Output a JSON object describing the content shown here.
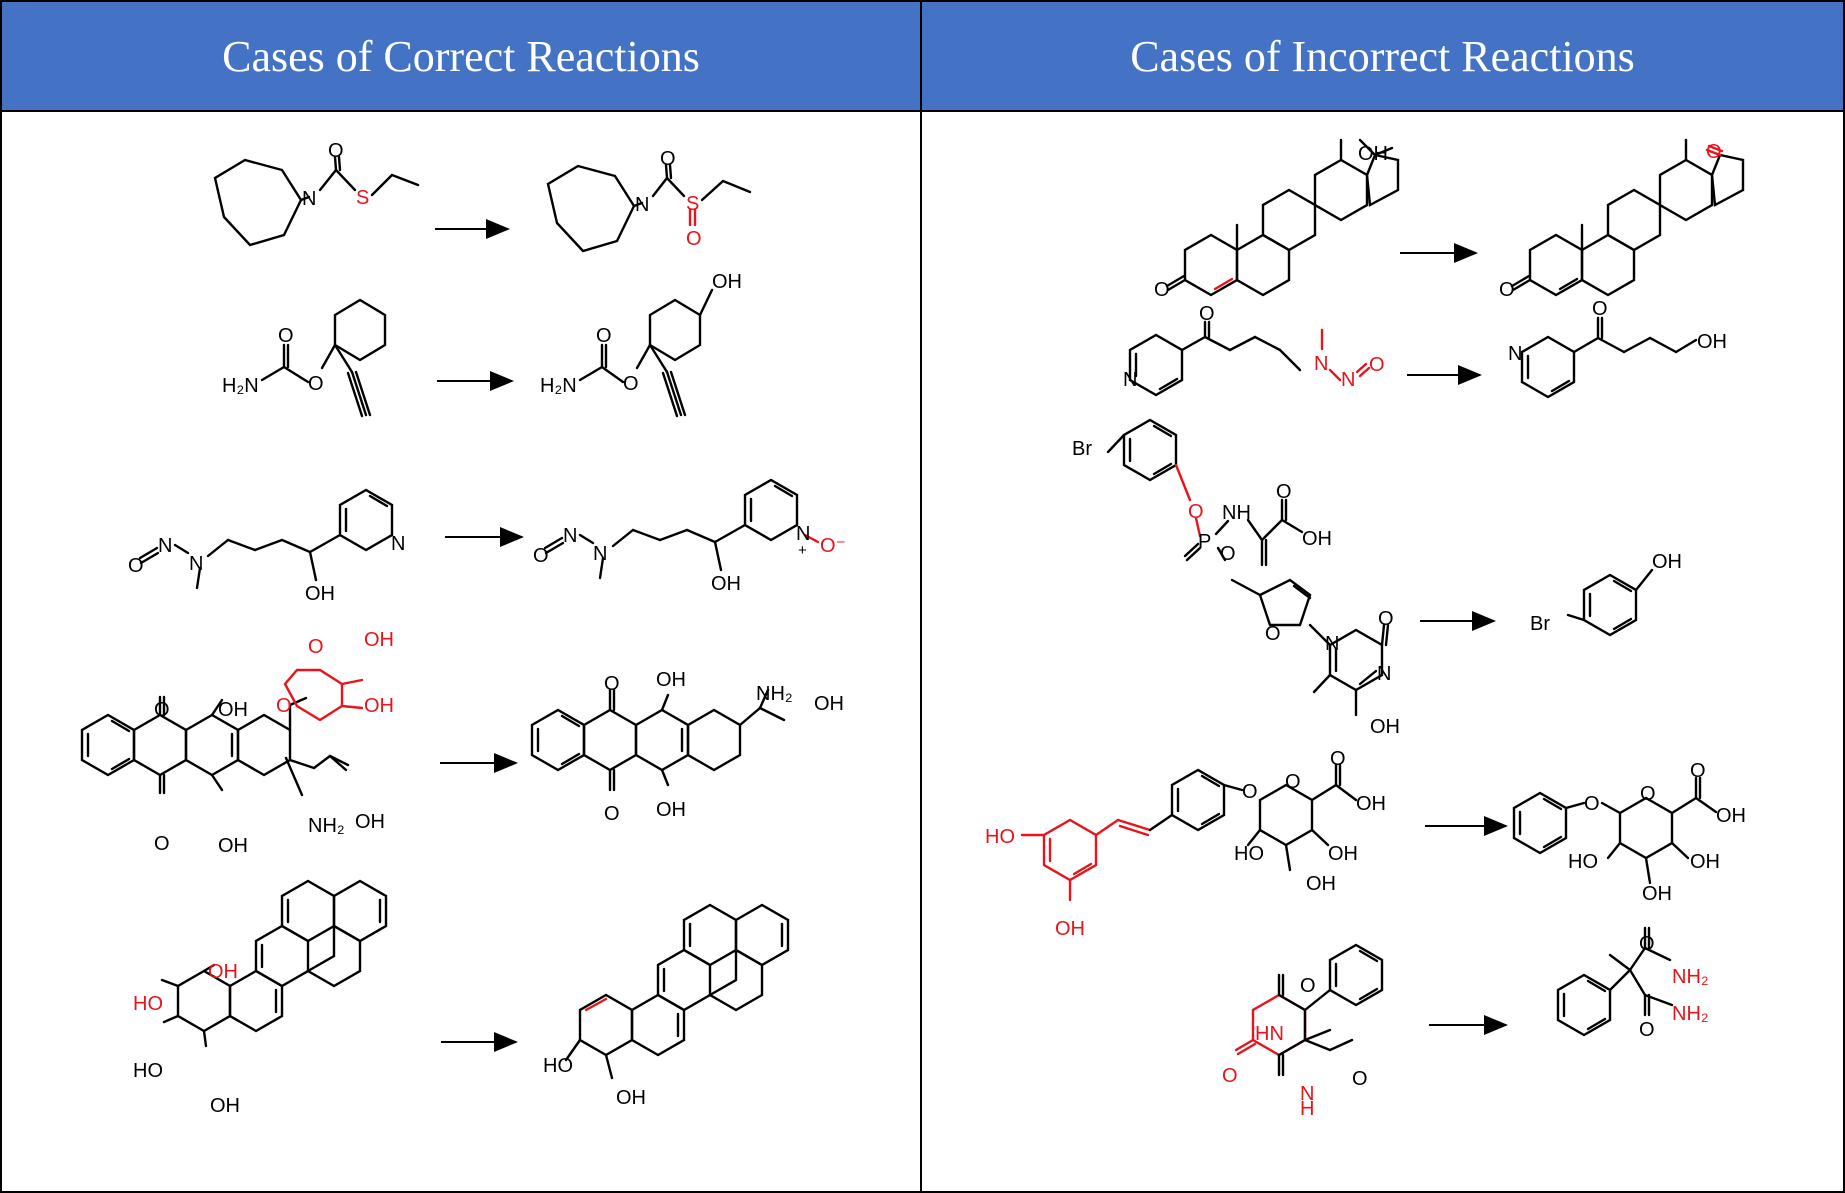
{
  "panels": {
    "left_title": "Cases of Correct Reactions",
    "right_title": "Cases of Incorrect Reactions"
  },
  "colors": {
    "header_bg": "#4472C4",
    "header_text": "#ffffff",
    "highlight": "#e8141b",
    "bond": "#000000"
  },
  "atoms": {
    "N": "N",
    "O": "O",
    "S": "S",
    "P": "P",
    "Br": "Br",
    "OH": "OH",
    "HO": "HO",
    "NH": "NH",
    "HN": "HN",
    "H": "H",
    "H2N": "H₂N",
    "NH2": "NH₂",
    "plus": "+",
    "ominus": "O⁻"
  }
}
